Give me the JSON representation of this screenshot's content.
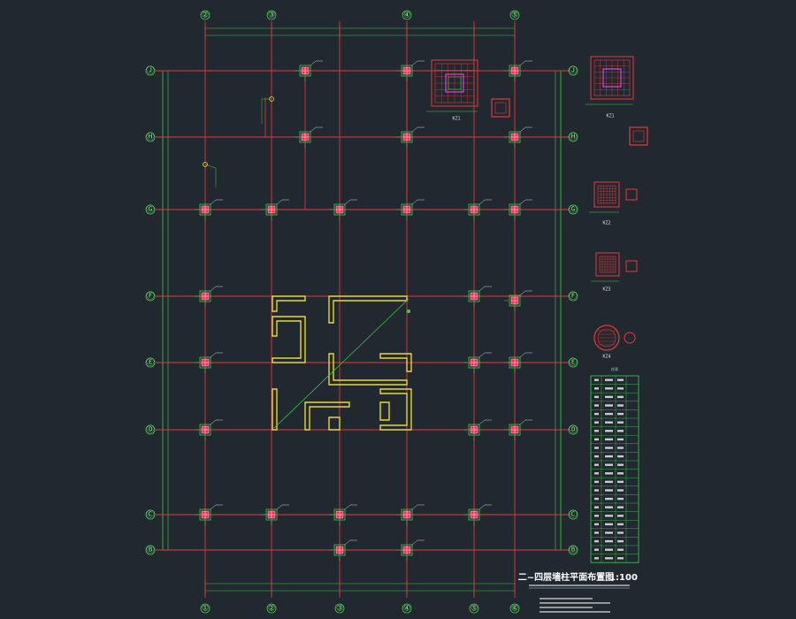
{
  "drawing": {
    "title": "二~四层墙柱平面布置图",
    "scale": "1:100",
    "col_axes_top": [
      "②",
      "③",
      "④",
      "⑤"
    ],
    "col_axes_bottom": [
      "①",
      "②",
      "③",
      "④",
      "⑤",
      "⑥"
    ],
    "row_axes_left": [
      "Ⓙ",
      "Ⓗ",
      "Ⓖ",
      "Ⓕ",
      "Ⓔ",
      "Ⓓ",
      "Ⓒ",
      "Ⓑ"
    ],
    "row_axes_right": [
      "Ⓙ",
      "Ⓗ",
      "Ⓖ",
      "Ⓕ",
      "Ⓔ",
      "Ⓓ",
      "Ⓒ",
      "Ⓑ"
    ],
    "detail_labels": [
      "KZ1",
      "KZ1",
      "KZ2",
      "KZ3",
      "KZ4"
    ],
    "table_title": "柱表",
    "colors": {
      "background": "#212830",
      "axis": "#e23b3b",
      "dimension": "#3fd24a",
      "column": "#ff2d55",
      "wall": "#e8d83a",
      "text": "#ffffff"
    }
  }
}
